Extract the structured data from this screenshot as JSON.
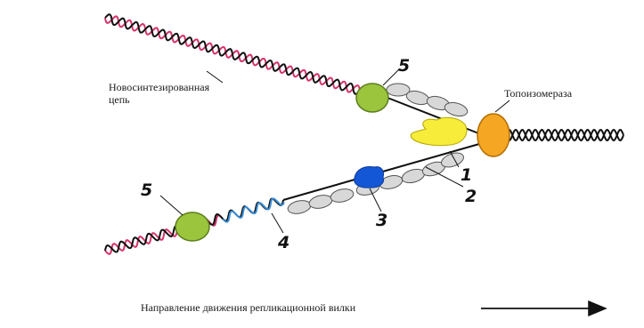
{
  "labels": {
    "new_strand_line1": "Новосинтезированная",
    "new_strand_line2": "цепь",
    "topoisomerase": "Топоизомераза",
    "direction": "Направление движения репликационной вилки"
  },
  "numbers": {
    "n1": "1",
    "n2": "2",
    "n3": "3",
    "n4": "4",
    "n5_top": "5",
    "n5_bottom": "5"
  },
  "colors": {
    "strand_red": "#d6336c",
    "strand_black": "#111111",
    "strand_blue": "#3b8fd9",
    "ssb_fill": "#d8d8d8",
    "clamp_green": "#9bc53d",
    "topo_orange": "#f5a623",
    "helicase_yellow": "#f7ec3a",
    "primase_blue": "#1457d6"
  }
}
